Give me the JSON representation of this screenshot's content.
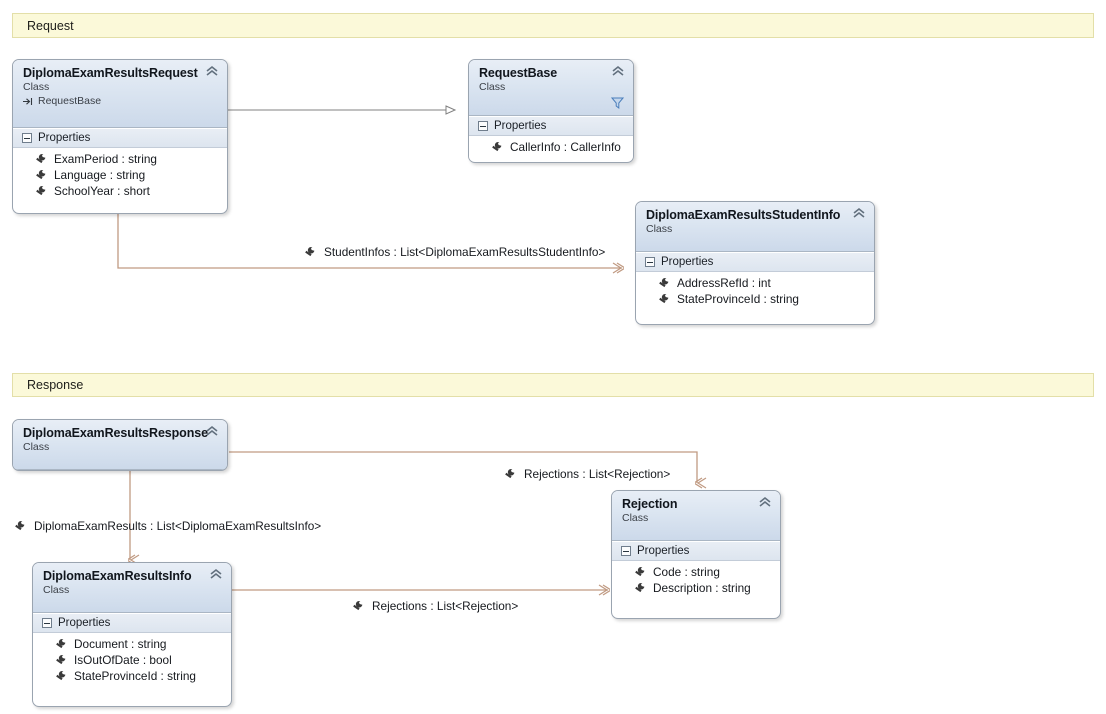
{
  "diagram": {
    "title": "Class Diagram",
    "colors": {
      "banner_fill": "#fbf9d9",
      "banner_border": "#e3dfa8",
      "class_border": "#9aa4b0",
      "header_gradient_top": "#e8eef6",
      "header_gradient_bottom": "#ccd9ea",
      "association_line": "#c09a82",
      "inheritance_line": "#808080",
      "filter_icon": "#4a7ebb"
    }
  },
  "banners": [
    {
      "id": "request-banner",
      "label": "Request"
    },
    {
      "id": "response-banner",
      "label": "Response"
    }
  ],
  "classes": [
    {
      "id": "diploma-exam-results-request",
      "name": "DiplomaExamResultsRequest",
      "kind": "Class",
      "base": "RequestBase",
      "base_icon": "inheritance-arrow-icon",
      "collapse_icon": "chevron-up-icon",
      "has_filter_icon": false,
      "compartment": "Properties",
      "members": [
        {
          "icon": "property-wrench-icon",
          "text": "ExamPeriod : string"
        },
        {
          "icon": "property-wrench-icon",
          "text": "Language : string"
        },
        {
          "icon": "property-wrench-icon",
          "text": "SchoolYear : short"
        }
      ]
    },
    {
      "id": "request-base",
      "name": "RequestBase",
      "kind": "Class",
      "base": null,
      "collapse_icon": "chevron-up-icon",
      "has_filter_icon": true,
      "filter_icon": "filter-funnel-icon",
      "compartment": "Properties",
      "members": [
        {
          "icon": "property-wrench-icon",
          "text": "CallerInfo : CallerInfo"
        }
      ]
    },
    {
      "id": "diploma-exam-results-student-info",
      "name": "DiplomaExamResultsStudentInfo",
      "kind": "Class",
      "base": null,
      "collapse_icon": "chevron-up-icon",
      "has_filter_icon": false,
      "compartment": "Properties",
      "members": [
        {
          "icon": "property-wrench-icon",
          "text": "AddressRefId : int"
        },
        {
          "icon": "property-wrench-icon",
          "text": "StateProvinceId : string"
        }
      ]
    },
    {
      "id": "diploma-exam-results-response",
      "name": "DiplomaExamResultsResponse",
      "kind": "Class",
      "base": null,
      "collapse_icon": "chevron-up-icon",
      "has_filter_icon": false,
      "compartment": null,
      "members": []
    },
    {
      "id": "rejection",
      "name": "Rejection",
      "kind": "Class",
      "base": null,
      "collapse_icon": "chevron-up-icon",
      "has_filter_icon": false,
      "compartment": "Properties",
      "members": [
        {
          "icon": "property-wrench-icon",
          "text": "Code : string"
        },
        {
          "icon": "property-wrench-icon",
          "text": "Description : string"
        }
      ]
    },
    {
      "id": "diploma-exam-results-info",
      "name": "DiplomaExamResultsInfo",
      "kind": "Class",
      "base": null,
      "collapse_icon": "chevron-up-icon",
      "has_filter_icon": false,
      "compartment": "Properties",
      "members": [
        {
          "icon": "property-wrench-icon",
          "text": "Document : string"
        },
        {
          "icon": "property-wrench-icon",
          "text": "IsOutOfDate : bool"
        },
        {
          "icon": "property-wrince-icon",
          "text": "StateProvinceId : string"
        }
      ]
    }
  ],
  "connector_labels": [
    {
      "id": "student-infos",
      "icon": "property-wrench-icon",
      "text": "StudentInfos : List<DiplomaExamResultsStudentInfo>"
    },
    {
      "id": "rejections-from-response",
      "icon": "property-wrench-icon",
      "text": "Rejections : List<Rejection>"
    },
    {
      "id": "diploma-exam-results",
      "icon": "property-wrench-icon",
      "text": "DiplomaExamResults : List<DiplomaExamResultsInfo>"
    },
    {
      "id": "rejections-from-info",
      "icon": "property-wrench-icon",
      "text": "Rejections : List<Rejection>"
    }
  ],
  "members_fix": {
    "state_province_id": "StateProvinceId : string"
  }
}
